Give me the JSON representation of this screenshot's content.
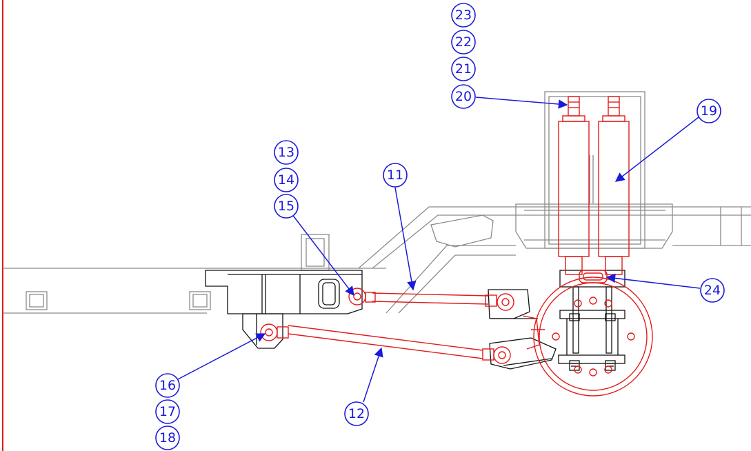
{
  "colors": {
    "callout": "#1a1adb",
    "suspension_parts": "#e21b1b",
    "frame": "#8a8a8a",
    "brackets": "#111111",
    "border": "#e21b1b",
    "background": "#ffffff"
  },
  "callouts": [
    {
      "id": "c23",
      "label": "23"
    },
    {
      "id": "c22",
      "label": "22"
    },
    {
      "id": "c21",
      "label": "21"
    },
    {
      "id": "c20",
      "label": "20"
    },
    {
      "id": "c19",
      "label": "19"
    },
    {
      "id": "c13",
      "label": "13"
    },
    {
      "id": "c14",
      "label": "14"
    },
    {
      "id": "c15",
      "label": "15"
    },
    {
      "id": "c11",
      "label": "11"
    },
    {
      "id": "c24",
      "label": "24"
    },
    {
      "id": "c16",
      "label": "16"
    },
    {
      "id": "c17",
      "label": "17"
    },
    {
      "id": "c18",
      "label": "18"
    },
    {
      "id": "c12",
      "label": "12"
    }
  ]
}
